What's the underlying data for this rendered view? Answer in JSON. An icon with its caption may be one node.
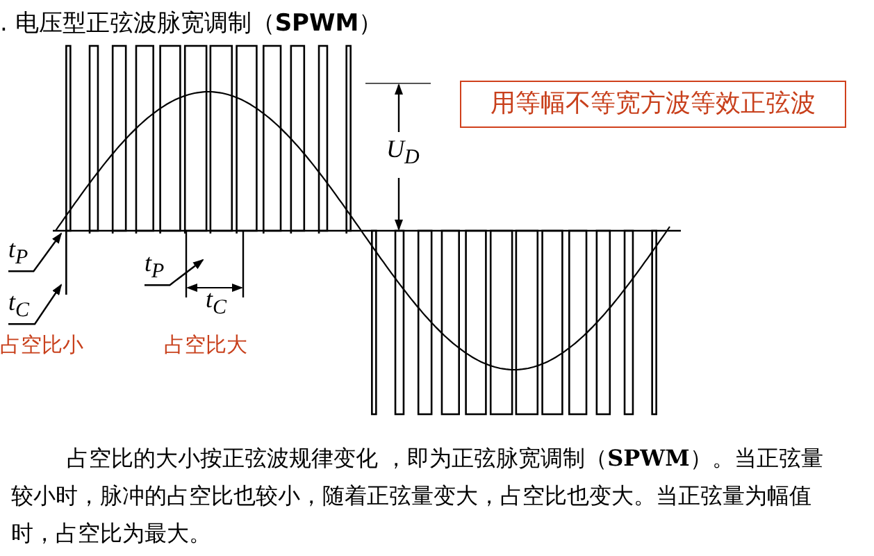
{
  "diagram": {
    "title": ". 电压型正弦波脉宽调制（**SPWM**）",
    "nodes": [
      {
        "text": [
          "用等幅不等宽方波等效正弦波"
        ]
      },
      {
        "text": [
          "t$_{P}$"
        ]
      },
      {
        "text": [
          "t$_{C}$"
        ]
      },
      {
        "text": [
          "t$_{P}$"
        ]
      }
    ],
    "edges": [
      {
        "from": 1,
        "to": null,
        "arrow": "to"
      },
      {
        "from": 2,
        "to": null,
        "arrow": "to"
      },
      {
        "from": 3,
        "to": null,
        "arrow": "to"
      }
    ],
    "labels": [
      "U$_{D}$",
      "t$_{C}$",
      "占空比小",
      "占空比大",
      "占空比的大小按正弦波规律变化 ，即为正弦脉宽调制（**SPWM**）。当正弦量较小时，脉冲的占空比也较小，随着正弦量变大，占空比也变大。当正弦量为幅值时，占空比为最大。"
    ]
  }
}
